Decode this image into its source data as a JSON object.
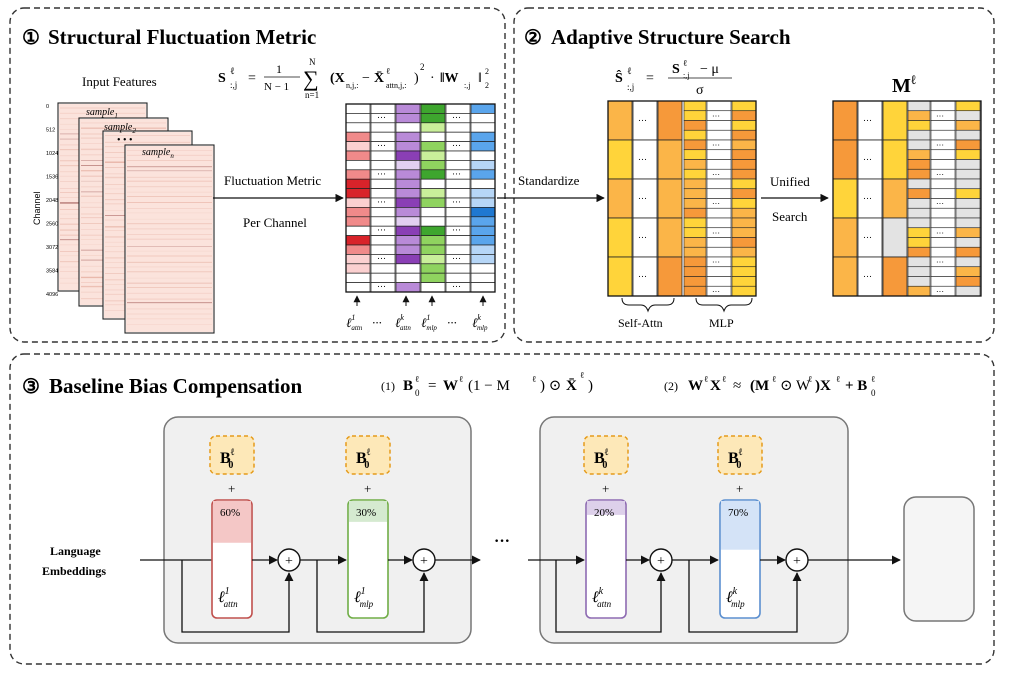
{
  "panels": {
    "p1": {
      "number": "①",
      "title": "Structural Fluctuation Metric"
    },
    "p2": {
      "number": "②",
      "title": "Adaptive Structure Search"
    },
    "p3": {
      "number": "③",
      "title": "Baseline Bias Compensation"
    }
  },
  "p1": {
    "input_label": "Input Features",
    "axis_label": "Channel",
    "ticks": [
      "0",
      "512",
      "1024",
      "1536",
      "2048",
      "2560",
      "3072",
      "3584",
      "4096"
    ],
    "samples": [
      {
        "base": "sample",
        "sub": "1"
      },
      {
        "base": "sample",
        "sub": "2"
      },
      {
        "base": "sample",
        "sub": "n"
      }
    ],
    "dots": "• • •",
    "arrow_label_1": "Fluctuation Metric",
    "arrow_label_2": "Per Channel",
    "formula": {
      "lhs": "S",
      "lhs_sup": "ℓ",
      "lhs_sub": ":,j",
      "eq": "=",
      "frac_num": "1",
      "frac_den": "N − 1",
      "sum_sup": "N",
      "sum_sub": "n=1",
      "body": "(X",
      "body_sub": "n,j,:",
      "minus": "−",
      "body2": "X̄",
      "body2_sub": "attn,j,:",
      "body2_sup": "ℓ",
      "close": ")",
      "close_sup": "2",
      "dot": "·",
      "norm": "‖W",
      "norm_sub": ":,j",
      "norm_close": "‖",
      "norm_sup": "2",
      "norm_sub2": "2"
    },
    "ellipsis": "···",
    "layer_labels": [
      {
        "base": "ℓ",
        "sup": "1",
        "sub": "attn"
      },
      {
        "base": "···",
        "sup": "",
        "sub": ""
      },
      {
        "base": "ℓ",
        "sup": "k",
        "sub": "attn"
      },
      {
        "base": "ℓ",
        "sup": "1",
        "sub": "mlp"
      },
      {
        "base": "···",
        "sup": "",
        "sub": ""
      },
      {
        "base": "ℓ",
        "sup": "k",
        "sub": "mlp"
      }
    ]
  },
  "p2": {
    "formula": {
      "lhs": "Ŝ",
      "lhs_sup": "ℓ",
      "lhs_sub": ":,j",
      "eq": "=",
      "num": "S",
      "num_sup": "ℓ",
      "num_sub": ":,j",
      "num_rest": "− μ",
      "den": "σ"
    },
    "standardize_label": "Standardize",
    "unified_label": "Unified",
    "search_label": "Search",
    "mask_label": "M",
    "mask_sup": "ℓ",
    "brace_labels": [
      "Self-Attn",
      "MLP"
    ],
    "ellipsis": "···"
  },
  "p3": {
    "formula1": {
      "num": "(1)",
      "lhs": "B",
      "lhs_sub": "0",
      "lhs_sup": "ℓ",
      "eq": "=",
      "rhs": "W",
      "rhs_sup": "ℓ",
      "paren": "(1 − M",
      "paren_sup": "ℓ",
      "odot": ") ⊙",
      "xbar": "X̄",
      "xbar_sup": "ℓ",
      "close": ")"
    },
    "formula2": {
      "num": "(2)",
      "lhs": "W",
      "lhs_sup": "ℓ",
      "lhs2": "X",
      "lhs2_sup": "ℓ",
      "approx": "≈",
      "rhs": "(M",
      "rhs_sup": "ℓ",
      "odot": "⊙ W",
      "odot_sup": "ℓ",
      "close": ")X",
      "close_sup": "ℓ",
      "plus": "+ B",
      "plus_sub": "0",
      "plus_sup": "ℓ"
    },
    "input_label_1": "Language",
    "input_label_2": "Embeddings",
    "bias": {
      "base": "B",
      "sub": "0",
      "sup": "ℓ"
    },
    "plus": "+",
    "ellipsis": "···",
    "blocks": [
      {
        "percent": "60%",
        "fill": 0.6,
        "label": "ℓ",
        "sup": "1",
        "sub": "attn",
        "stroke": "#c0504d",
        "fillcolor": "#f4c7c6"
      },
      {
        "percent": "30%",
        "fill": 0.3,
        "label": "ℓ",
        "sup": "1",
        "sub": "mlp",
        "stroke": "#70ad47",
        "fillcolor": "#d5ead0"
      },
      {
        "percent": "20%",
        "fill": 0.2,
        "label": "ℓ",
        "sup": "k",
        "sub": "attn",
        "stroke": "#8e6bb2",
        "fillcolor": "#ddd0ea"
      },
      {
        "percent": "70%",
        "fill": 0.7,
        "label": "ℓ",
        "sup": "k",
        "sub": "mlp",
        "stroke": "#5b8fd0",
        "fillcolor": "#d4e3f7"
      }
    ]
  },
  "colors": {
    "attn1": [
      "#d8232a",
      "#f08a8a",
      "#fbd0d0",
      "#ffffff"
    ],
    "attnk": [
      "#8a3fb5",
      "#b98ad8",
      "#e2cff1",
      "#ffffff"
    ],
    "mlp1": [
      "#3ea62e",
      "#8fd35f",
      "#c9ef9a",
      "#ffffff"
    ],
    "mlpk": [
      "#1f78d1",
      "#5aa5ec",
      "#b6d6f7",
      "#ffffff"
    ],
    "std": [
      "#ffd43a",
      "#fbb548",
      "#f6993a",
      "#ffffff"
    ],
    "gray": "#e3e3e3"
  }
}
